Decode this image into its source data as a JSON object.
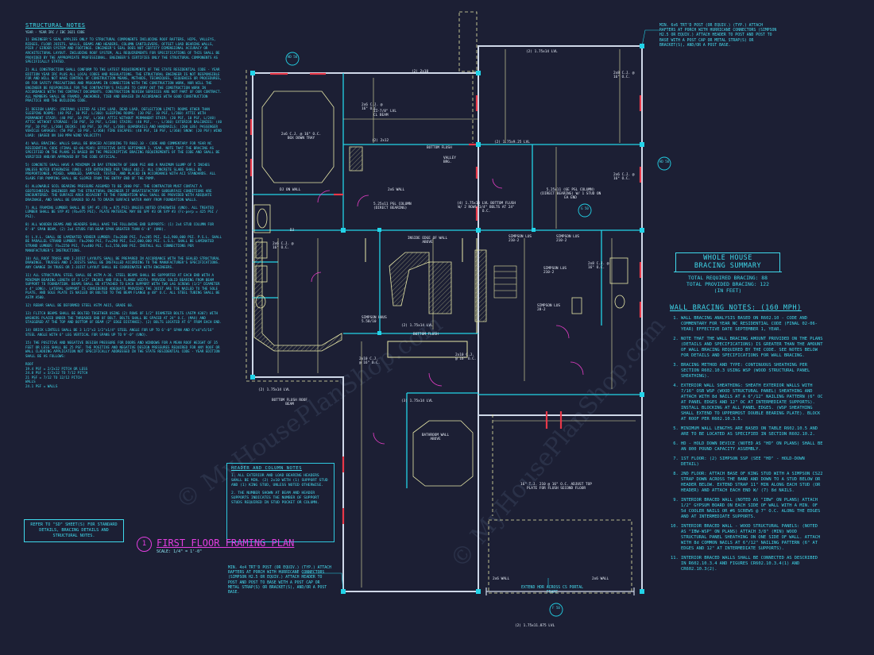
{
  "sheet": {
    "title": "FIRST FLOOR FRAMING PLAN",
    "title_number": "1",
    "scale": "SCALE: 1/4\" = 1'-0\"",
    "watermark": "© MyHousePlanShop.com",
    "colors": {
      "background": "#1c1f34",
      "line": "#22d3e8",
      "wall": "#cfd8e8",
      "title": "#e33ee0",
      "dimension": "#e8e8a8",
      "beam": "#e83848"
    }
  },
  "structural_notes": {
    "heading": "STRUCTURAL NOTES",
    "subheading": "YEAR - YEAR IRC / IBC 2021 CODE",
    "items": [
      "1) ENGINEER'S SEAL APPLIES ONLY TO STRUCTURAL COMPONENTS INCLUDING ROOF RAFTERS, HIPS, VALLEYS, RIDGES, FLOOR JOISTS, WALLS, BEAMS AND HEADERS, COLUMN CANTILEVERS, OFFSET LOAD BEARING WALLS, PIER / GIRDER SYSTEM AND FOOTINGS. ENGINEER'S SEAL DOES NOT CERTIFY DIMENSIONAL ACCURACY OR ARCHITECTURAL LAYOUT. INCLUDING ROOF SYSTEM, ALL REQUIREMENTS FOR SPECIFICATIONS OF THIS SHALL BE PROVIDED BY THE APPROPRIATE PROFESSIONAL. ENGINEER'S CERTIFIES ONLY THE STRUCTURAL COMPONENTS AS SPECIFICALLY STATED.",
      "2) ALL CONSTRUCTION SHALL CONFORM TO THE LATEST REQUIREMENTS OF THE STATE RESIDENTIAL CODE - YEAR EDITION YEAR IRC PLUS ALL LOCAL CODES AND REGULATIONS. THE STRUCTURAL ENGINEER IS NOT RESPONSIBLE FOR AND WILL NOT HAVE CONTROL OF CONSTRUCTION MEANS, METHODS, TECHNIQUES, SEQUENCES OR PROCEDURES, OR FOR SAFETY PRECAUTIONS AND PROGRAMS IN CONNECTION WITH THE CONSTRUCTION WORK, NOR WILL THE ENGINEER BE RESPONSIBLE FOR THE CONTRACTOR'S FAILURE TO CARRY OUT THE CONSTRUCTION WORK IN ACCORDANCE WITH THE CONTRACT DOCUMENTS. CONSTRUCTION REVIEW SERVICES ARE NOT PART OF OUR CONTRACT. ALL MEMBERS SHALL BE FRAMED, ANCHORED, TIED AND BRACED IN ACCORDANCE WITH GOOD CONSTRUCTION PRACTICE AND THE BUILDING CODE.",
      "3) DESIGN LOADS: (REIRAH) LISTED AS LIVE LOAD, DEAD LOAD, DEFLECTION LIMIT) ROOMS OTHER THAN SLEEPING ROOMS: (40 PSF, 10 PSF, L/360) SLEEPING ROOMS: (30 PSF, 10 PSF, L/360) ATTIC WITH PERMANENT STAIR: (40 PSF, 10 PSF, L/360) ATTIC WITHOUT PERMANENT STAIR: (20 PSF, 10 PSF, L/240) ATTIC WITHOUT STORAGE: (10 PSF, 10 PSF, L/240) STAIRS: (40 PSF, --, L/360) EXTERIOR BALCONIES: (40 PSF, 10 PSF, L/360) DECKS: (40 PSF, 10 PSF, L/360) GUARDRAILS AND HANDRAILS: (200 LBS) PASSENGER VEHICLE GARAGES: (50 PSF, 10 PSF, L/360) FIRE ESCAPES: (40 PSF, 10 PSF, L/360) SNOW: (20 PSF) WIND LOAD: (BASED ON 160 MPH WIND VELOCITY)",
      "4) WALL BRACING: WALLS SHALL BE BRACED ACCORDING TO R602.10 - CODE AND COMMENTARY FOR YEAR NC RESIDENTIAL CODE (FINAL 02-06-YEAR) EFFECTIVE DATE SEPTEMBER 1, YEAR. NOTE THAT THE BRACING AS SPECIFIED ON THE PLANS IS BASED ON THE PRESCRIPTIVE BRACING REQUIREMENTS OF THE CODE AND SHALL BE VERIFIED AND/OR APPROVED BY THE CODE OFFICIAL.",
      "5) CONCRETE SHALL HAVE A MINIMUM 28 DAY STRENGTH OF 3000 PSI AND A MAXIMUM SLUMP OF 5 INCHES UNLESS NOTED OTHERWISE (UNO). AIR ENTRAINED PER TABLE 402.2. ALL CONCRETE SLABS SHALL BE PROPORTIONED, MIXED, HANDLED, SAMPLED, TESTED, AND PLACED IN ACCORDANCE WITH ACI STANDARDS. ALL SLABS FOR PUMPING SHALL BE SLOPED FROM THE ENTRY END OF THE PUMP.",
      "6) ALLOWABLE SOIL BEARING PRESSURE ASSUMED TO BE 2000 PSF. THE CONTRACTOR MUST CONTACT A GEOTECHNICAL ENGINEER AND THE STRUCTURAL ENGINEER IF UNSATISFACTORY SUBSURFACE CONDITIONS ARE ENCOUNTERED. THE SURFACE AREA ADJACENT TO THE FOUNDATION WALL SHALL BE PROVIDED WITH ADEQUATE DRAINAGE, AND SHALL BE GRADED SO AS TO DRAIN SURFACE WATER AWAY FROM FOUNDATION WALLS.",
      "7) ALL FRAMING LUMBER SHALL BE SPF #2 (Fb = 875 PSI) UNLESS NOTED OTHERWISE (UNO). ALL TREATED LUMBER SHALL BE SYP #2 (Fb=975 PSI). PLATE MATERIAL MAY BE SPF #3 OR SYP #3 (Fc-perp = 425 PSI / PSI).",
      "8) ALL WOODEN BEAMS AND HEADERS SHALL HAVE THE FOLLOWING END SUPPORTS: (1) 2x4 STUD COLUMN FOR 6'-0\" SPAN BEAM, (2) 2x4 STUDS FOR BEAM SPAN GREATER THAN 6'-0\" (UNO).",
      "9) L.V.L. SHALL BE LAMINATED VENEER LUMBER: Fb=2600 PSI, Fv=285 PSI, E=1,900,000 PSI. P.S.L. SHALL BE PARALLEL STRAND LUMBER: Fb=2900 PSI, Fv=290 PSI, E=2,000,000 PSI. L.S.L. SHALL BE LAMINATED STRAND LUMBER: Fb=2250 PSI, Fv=400 PSI, E=1,550,000 PSI. INSTALL ALL CONNECTIONS PER MANUFACTURER'S INSTRUCTIONS.",
      "10) ALL ROOF TRUSS AND I-JOIST LAYOUTS SHALL BE PREPARED IN ACCORDANCE WITH THE SEALED STRUCTURAL DRAWINGS. TRUSSES AND I-JOISTS SHALL BE INSTALLED ACCORDING TO THE MANUFACTURER'S SPECIFICATIONS. ANY CHANGE IN TRUSS OR I-JOIST LAYOUT SHALL BE COORDINATED WITH ENGINEERS.",
      "11) ALL STRUCTURAL STEEL SHALL BE ASTM A-36. STEEL BEAMS SHALL BE SUPPORTED AT EACH END WITH A MINIMUM BEARING LENGTH OF 3 1/2\" INCHES AND FULL FLANGE WIDTH. PROVIDE SOLID BEARING FROM BEAM SUPPORT TO FOUNDATION. BEAMS SHALL BE ATTACHED TO EACH SUPPORT WITH TWO LAG SCREWS (1/2\" DIAMETER x 4\" LONG). LATERAL SUPPORT IS CONSIDERED ADEQUATE PROVIDED THE JOIST ARE TOE NAILED TO THE SOLE PLATE, AND SOLE PLATE IS NAILED OR BOLTED TO THE BEAM FLANGE @ 48\" O.C. ALL STEEL TUBING SHALL BE ASTM A500.",
      "12) REBAR SHALL BE DEFORMED STEEL ASTM A615, GRADE 60.",
      "13) FLITCH BEAMS SHALL BE BOLTED TOGETHER USING (2) ROWS OF 1/2\" DIAMETER BOLTS (ASTM A307) WITH WASHERS PLACED UNDER THE THREADED END OF BOLT. BOLTS SHALL BE SPACED AT 24\" O.C. (MAX) AND STAGGERED AT THE TOP AND BOTTOM OF BEAM (2\" EDGE DISTANCE). (2) BOLTS LOCATED AT 6\" FROM EACH END.",
      "14) BRICK LINTELS SHALL BE 3 1/2\"x3 1/2\"x1/4\" STEEL ANGLE FOR UP TO 6'-0\" SPAN AND 6\"x4\"x5/16\" STEEL ANGLE WITH 6\" LEG VERTICAL FOR SPANS UP TO 9'-0\" (UNO).",
      "15) THE POSITIVE AND NEGATIVE DESIGN PRESSURE FOR DOORS AND WINDOWS FOR A MEAN ROOF HEIGHT OF 35 FEET OR LESS SHALL BE 25 PSF. THE POSITIVE AND NEGATIVE DESIGN PRESSURES REQUIRED FOR ANY ROOF OR WALL CLADDING APPLICATION NOT SPECIFICALLY ADDRESSED IN THE STATE RESIDENTIAL CODE - YEAR EDITION SHALL BE AS FOLLOWS:",
      "ROOF",
      "19.4 PSF = 2/2x12 PITCH OR LESS",
      "24.8 PSF = 3/2x12 TO 7/12 PITCH",
      "21 PSF = 7/12 TO 12/12 PITCH",
      "WALLS",
      "24.1 PSF = WALLS"
    ]
  },
  "reference_box": "REFER TO \"SD\" SHEET(S) FOR STANDARD DETAILS, BRACING DETAILS AND STRUCTURAL NOTES.",
  "header_column_notes": {
    "heading": "HEADER AND COLUMN NOTES",
    "items": [
      "1. ALL EXTERIOR AND LOAD BEARING HEADERS SHALL BE MIN. (2) 2x10 WITH (1) SUPPORT STUD AND (1) KING STUD, UNLESS NOTED OTHERWISE.",
      "2. THE NUMBER SHOWN AT BEAM AND HEADER SUPPORTS INDICATES THE NUMBER OF SUPPORT STUDS REQUIRED IN STUD POCKET OR COLUMN."
    ]
  },
  "bracing_summary": {
    "title_line1": "WHOLE HOUSE",
    "title_line2": "BRACING SUMMARY",
    "required": "TOTAL REQUIRED BRACING: 88",
    "provided": "TOTAL PROVIDED BRACING: 122",
    "units": "(IN FEET)"
  },
  "wall_bracing_notes": {
    "heading": "WALL BRACING NOTES: (160 MPH)",
    "items": [
      "WALL BRACING ANALYSIS BASED ON R602.10 - CODE AND COMMENTARY FOR YEAR NC RESIDENTIAL CODE (FINAL 02-06-YEAR) EFFECTIVE DATE SEPTEMBER 1, YEAR.",
      "NOTE THAT THE WALL BRACING AMOUNT PROVIDED ON THE PLANS (DETAILS AND SPECIFICATIONS) IS GREATER THAN THE AMOUNT OF WALL BRACING REQUIRED BY THE CODE. SEE NOTES BELOW FOR DETAILS AND SPECIFICATIONS FOR WALL BRACING.",
      "BRACING METHOD AND TYPE: CONTINUOUS SHEATHING PER SECTION R602.10.3 USING WSP (WOOD STRUCTURAL PANEL SHEATHING).",
      "EXTERIOR WALL SHEATHING: SHEATH EXTERIOR WALLS WITH 7/16\" OSB WSP (WOOD STRUCTURAL PANEL) SHEATHING AND ATTACH WITH 8d NAILS AT A 6\"/12\" NAILING PATTERN (6\" OC AT PANEL EDGES AND 12\" OC AT INTERMEDIATE SUPPORTS). INSTALL BLOCKING AT ALL PANEL EDGES. (WSP SHEATHING SHALL EXTEND TO UPPERMOST DOUBLE BEARING PLATE). BLOCK AT ROOF PER R602.10.3.5.",
      "MINIMUM WALL LENGTHS ARE BASED ON TABLE R602.10.5 AND ARE TO BE LOCATED AS SPECIFIED IN SECTION R602.10.2.",
      "HD - HOLD DOWN DEVICE (NOTED AS \"HD\" ON PLANS) SHALL BE AN 800 POUND CAPACITY ASSEMBLY.",
      "1ST FLOOR: (2) SIMPSON SSP (SEE \"HD\" - HOLD-DOWN DETAIL)",
      "2ND FLOOR: ATTACH BASE OF KING STUD WITH A SIMPSON CS22 STRAP DOWN ACROSS THE BAND AND DOWN TO A STUD BELOW OR HEADER BELOW. EXTEND STRAP 11\" MIN ALONG EACH STUD (OR HEADER) AND ATTACH EACH END W/ (7) 8d NAILS.",
      "INTERIOR BRACED WALL (NOTED AS \"IBW\" ON PLANS) ATTACH 1/2\" GYPSUM BOARD ON EACH SIDE OF WALL WITH A MIN. OF 5d COOLER NAILS OR #6 SCREWS @ 7\" O.C. ALONG THE EDGES AND AT INTERMEDIATE SUPPORTS.",
      "INTERIOR BRACED WALL - WOOD STRUCTURAL PANELS: (NOTED AS \"IBW-WSP\" ON PLANS) ATTACH 3/8\" (MIN) WOOD STRUCTURAL PANEL SHEATHING ON ONE SIDE OF WALL. ATTACH WITH 8d COMMON NAILS AT 6\"/12\" NAILING PATTERN (6\" AT EDGES AND 12\" AT INTERMEDIATE SUPPORTS).",
      "INTERIOR BRACED WALLS SHALL BE CONNECTED AS DESCRIBED IN R602.10.3.4 AND FIGURES CR602.10.3.4(1) AND CR602.10.3(2)."
    ]
  },
  "callouts": {
    "top_right": "MIN. 6x6 TRT'D POST (OR EQUIV.) (TYP.) ATTACH RAFTERS AT PORCH WITH HURRICANE CONNECTORS (SIMPSON H2.5 OR EQUIV.) ATTACH HEADER TO POST AND POST TO BASE WITH A POST CAP OR METAL STRAP(S) OR BRACKET(S), AND/OR A POST BASE.",
    "bottom": "MIN. 4x4 TRT'D POST (OR EQUIV.) (TYP.) ATTACH RAFTERS AT PORCH WITH HURRICANE CONNECTORS (SIMPSON H2.5 OR EQUIV.) ATTACH HEADER TO POST AND POST TO BASE WITH A POST CAP OR METAL STRAP(S) OR BRACKET(S), AND/OR A POST BASE.",
    "garage": "EXTEND HDR ACROSS CS PORTAL FRAME"
  },
  "plan_labels": {
    "tray": "2x6 C.J. @ 16\" O.C. BOX DOWN TRAY",
    "dj_on_wall": "DJ ON WALL",
    "dj": "DJ",
    "wall_2x6": "2x6 WALL",
    "psl_1": "5.25x11 PSL COLUMN (DIRECT BEARING)",
    "lvl_bottom_flush": "(4) 1.75x14 LVL BOTTOM FLUSH W/ 2 ROWS 1/4\" BOLTS AT 24\" O.C.",
    "psl_2": "5.25x11 (6E PSL COLUMN) (DIRECT BEARING) W/ 1 STUD ON EA END",
    "inside_edge": "INSIDE EDGE OF WALL ABOVE",
    "simpson_lus": "SIMPSON LUS 210-2",
    "simpson_hhus": "SIMPSON HHUS 5.50/10",
    "simpson_lus28": "SIMPSON LUS 28-2",
    "lvl_2_175x14": "(2) 1.75x14 LVL",
    "bottom_flush": "BOTTOM FLUSH",
    "lvl_2_175x14_lower": "(2) 1.75x14 LVL",
    "flush_roof_beam": "BOTTOM FLUSH ROOF BEAM",
    "lvl_3_175x14": "(3) 1.75x14 LVL",
    "bathroom_above": "BATHROOM WALL ABOVE",
    "adjust_top_plate": "16\" T.J. 210 @ 16\" O.C. ADJUST TOP PLATE FOR FLUSH SECOND FLOOR",
    "lvl_2_175x14_top": "(2) 1.75x14 LVL",
    "x2_2x10": "(2) 2x10",
    "x2_2x12": "(2) 2x12",
    "cj_2x6": "2x6 C.J. @ 16\" O.C.",
    "cj_2x8": "2x8 C.J. @ 16\" O.C.",
    "valley": "VALLEY BRG.",
    "beam_11_7": "11-7/8\" LVL CL BEAM",
    "wall_2x6_a": "2x6 WALL",
    "wall_2x6_b": "2x6 WALL",
    "lvl_bottom_right": "(2) 1.75x9.25 LVL",
    "bottom_flush_top": "BOTTOM FLUSH",
    "cj_2x6_right": "2x6 C.J. @ 16\" O.C.",
    "cj_2x8_right": "2x8 C.J. @ 16\" O.C.",
    "cj_2x6_left": "2x6 C.J. @ 16\" O.C.",
    "lus210_right": "SIMPSON LUS 210-2",
    "simpson_lus_rt": "SIMPSON LUS 210-2",
    "cj_2x10_l": "2x10 C.J. @ 16\" O.C.",
    "cj_2x10_r": "2x10 C.J. @ 16\" O.C.",
    "lvl_garage": "(2) 1.75x11.875 LVL"
  },
  "markers": {
    "top_left": "HD 50",
    "right_top": "HD 50",
    "right_mid": "G 50",
    "bottom": "F 50"
  }
}
